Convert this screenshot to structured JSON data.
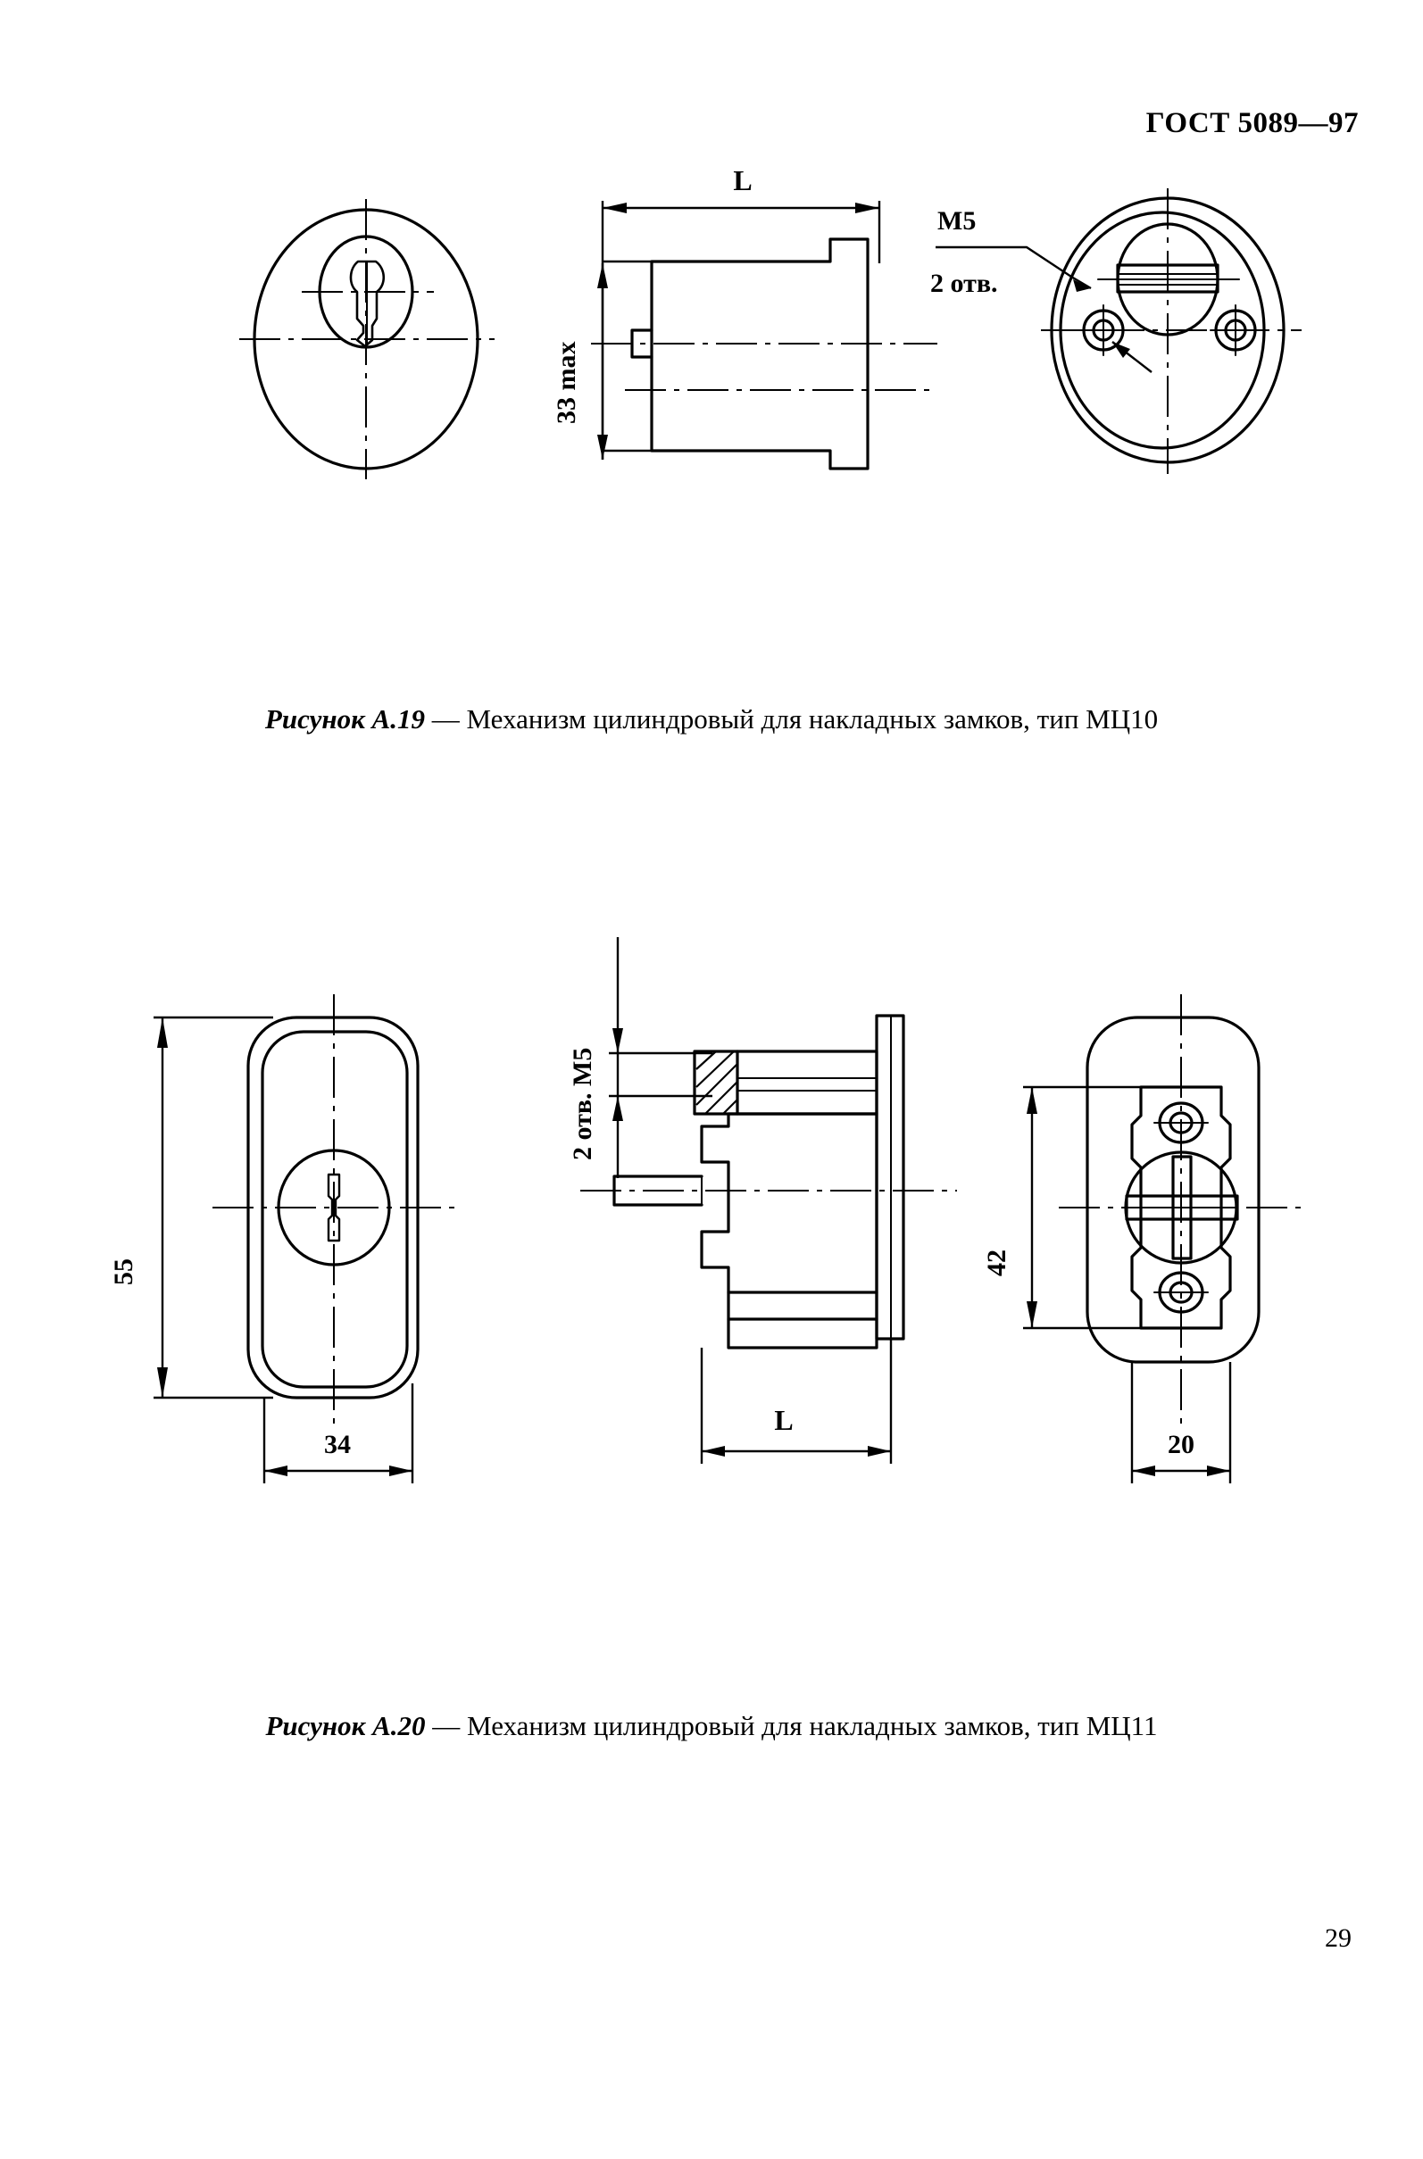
{
  "document": {
    "standard_header": "ГОСТ 5089—97",
    "page_number": "29"
  },
  "figures": [
    {
      "id": "A.19",
      "caption_number": "Рисунок А.19",
      "caption_dash": "—",
      "caption_text": "Механизм цилиндровый для накладных замков, тип МЦ10",
      "views": [
        {
          "name": "front-view",
          "labels": []
        },
        {
          "name": "side-section-view",
          "labels": [
            {
              "text": "L",
              "kind": "dimension",
              "orientation": "horizontal"
            },
            {
              "text": "33 max",
              "kind": "dimension",
              "orientation": "vertical"
            }
          ]
        },
        {
          "name": "rear-view",
          "labels": [
            {
              "text": "M5",
              "kind": "annotation",
              "orientation": "horizontal"
            },
            {
              "text": "2 отв.",
              "kind": "annotation",
              "orientation": "horizontal"
            }
          ]
        }
      ],
      "dimensions": {
        "length": "L",
        "height_max": "33 max",
        "thread": "M5",
        "hole_count_note": "2 отв."
      }
    },
    {
      "id": "A.20",
      "caption_number": "Рисунок А.20",
      "caption_dash": "—",
      "caption_text": "Механизм цилиндровый для накладных замков, тип МЦ11",
      "views": [
        {
          "name": "front-view",
          "labels": [
            {
              "text": "55",
              "kind": "dimension",
              "orientation": "vertical"
            },
            {
              "text": "34",
              "kind": "dimension",
              "orientation": "horizontal"
            }
          ]
        },
        {
          "name": "side-section-view",
          "labels": [
            {
              "text": "2 отв. M5",
              "kind": "annotation",
              "orientation": "vertical"
            },
            {
              "text": "L",
              "kind": "dimension",
              "orientation": "horizontal"
            }
          ]
        },
        {
          "name": "rear-view",
          "labels": [
            {
              "text": "42",
              "kind": "dimension",
              "orientation": "vertical"
            },
            {
              "text": "20",
              "kind": "dimension",
              "orientation": "horizontal"
            }
          ]
        }
      ],
      "dimensions": {
        "height": "55",
        "width": "34",
        "rear_height": "42",
        "rear_width": "20",
        "length": "L",
        "thread_note": "2 отв. M5"
      }
    }
  ],
  "colors": {
    "ink": "#000000",
    "paper": "#ffffff"
  }
}
